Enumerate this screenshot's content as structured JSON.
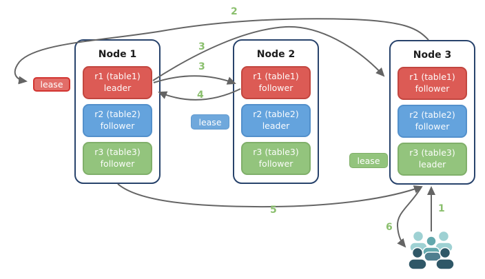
{
  "nodes": [
    {
      "title": "Node 1",
      "replicas": [
        {
          "line1": "r1 (table1)",
          "line2": "leader",
          "color": "red"
        },
        {
          "line1": "r2 (table2)",
          "line2": "follower",
          "color": "blue"
        },
        {
          "line1": "r3 (table3)",
          "line2": "follower",
          "color": "green"
        }
      ]
    },
    {
      "title": "Node 2",
      "replicas": [
        {
          "line1": "r1 (table1)",
          "line2": "follower",
          "color": "red"
        },
        {
          "line1": "r2 (table2)",
          "line2": "leader",
          "color": "blue"
        },
        {
          "line1": "r3 (table3)",
          "line2": "follower",
          "color": "green"
        }
      ]
    },
    {
      "title": "Node 3",
      "replicas": [
        {
          "line1": "r1 (table1)",
          "line2": "follower",
          "color": "red"
        },
        {
          "line1": "r2 (table2)",
          "line2": "follower",
          "color": "blue"
        },
        {
          "line1": "r3 (table3)",
          "line2": "leader",
          "color": "green"
        }
      ]
    }
  ],
  "leases": [
    {
      "label": "lease",
      "color": "red"
    },
    {
      "label": "lease",
      "color": "blue"
    },
    {
      "label": "lease",
      "color": "green"
    }
  ],
  "steps": {
    "s1": "1",
    "s2": "2",
    "s3a": "3",
    "s3b": "3",
    "s4": "4",
    "s5": "5",
    "s6": "6"
  },
  "icons": {
    "clients": "people-group-icon"
  },
  "colors": {
    "node_border": "#27426b",
    "replica_red": "#dc5b55",
    "replica_blue": "#64a3dd",
    "replica_green": "#93c47d",
    "lease_red": "#e26d68",
    "lease_red_border": "#d23430",
    "lease_blue": "#6fa8dc",
    "lease_green": "#93c47d",
    "arrow_gray": "#646464",
    "step_green": "#8abf6d",
    "people_light": "#9ed1d3",
    "people_medium": "#63a8ad",
    "people_mid_dark": "#4f7e8f",
    "people_dark": "#2f5767"
  }
}
